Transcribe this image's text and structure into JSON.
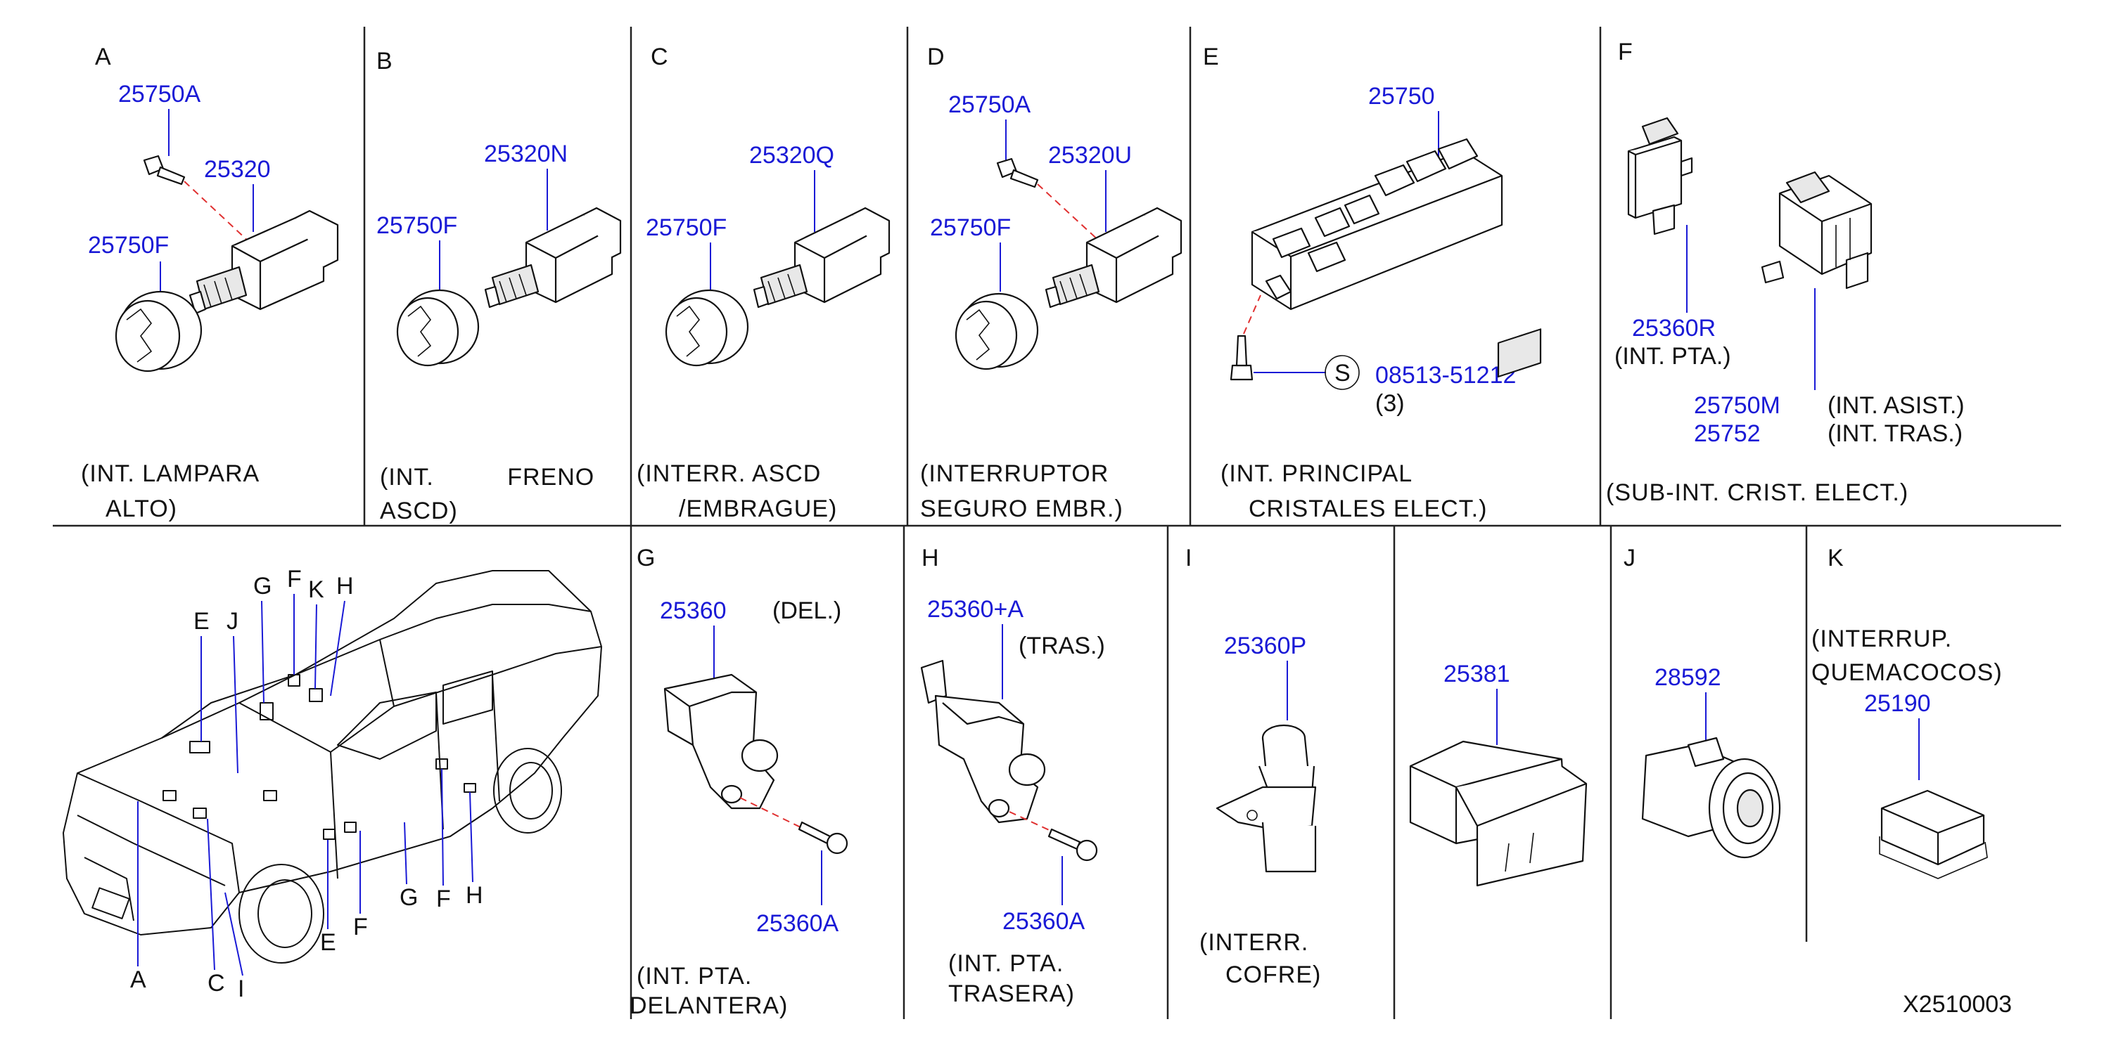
{
  "panels": {
    "A": {
      "letter": "A",
      "parts": [
        "25750A",
        "25320",
        "25750F"
      ],
      "caption": [
        "(INT.  LAMPARA",
        "ALTO)"
      ]
    },
    "B": {
      "letter": "B",
      "parts": [
        "25320N",
        "25750F"
      ],
      "caption": [
        "(INT.          FRENO",
        "ASCD)"
      ]
    },
    "C": {
      "letter": "C",
      "parts": [
        "25320Q",
        "25750F"
      ],
      "caption": [
        "(INTERR.  ASCD",
        "/EMBRAGUE)"
      ]
    },
    "D": {
      "letter": "D",
      "parts": [
        "25750A",
        "25320U",
        "25750F"
      ],
      "caption": [
        "(INTERRUPTOR",
        "SEGURO  EMBR.)"
      ]
    },
    "E": {
      "letter": "E",
      "parts": [
        "25750",
        "08513-51212"
      ],
      "screw_mark": "S",
      "qty": "(3)",
      "caption": [
        "(INT.  PRINCIPAL",
        "CRISTALES  ELECT.)"
      ]
    },
    "F": {
      "letter": "F",
      "parts": [
        "25360R",
        "25750M",
        "25752"
      ],
      "notes": [
        "(INT.  PTA.)",
        "(INT.  ASIST.)",
        "(INT.  TRAS.)"
      ],
      "caption": [
        "(SUB-INT.  CRIST.  ELECT.)"
      ]
    },
    "G": {
      "letter": "G",
      "parts": [
        "25360",
        "25360A"
      ],
      "note": "(DEL.)",
      "caption": [
        "(INT.  PTA.",
        "DELANTERA)"
      ]
    },
    "H": {
      "letter": "H",
      "parts": [
        "25360+A",
        "25360A"
      ],
      "note": "(TRAS.)",
      "caption": [
        "(INT.  PTA.",
        "TRASERA)"
      ]
    },
    "I": {
      "letter": "I",
      "parts": [
        "25360P",
        "25381"
      ],
      "caption": [
        "(INTERR.",
        "COFRE)"
      ]
    },
    "J": {
      "letter": "J",
      "parts": [
        "28592"
      ]
    },
    "K": {
      "letter": "K",
      "parts": [
        "25190"
      ],
      "caption": [
        "(INTERRUP.",
        "QUEMACOCOS)"
      ]
    }
  },
  "car_callouts": {
    "top": [
      "E",
      "J",
      "G",
      "F",
      "K",
      "H"
    ],
    "bottom": [
      "A",
      "C",
      "I",
      "E",
      "F",
      "G",
      "F",
      "H"
    ]
  },
  "diagram_id": "X2510003"
}
